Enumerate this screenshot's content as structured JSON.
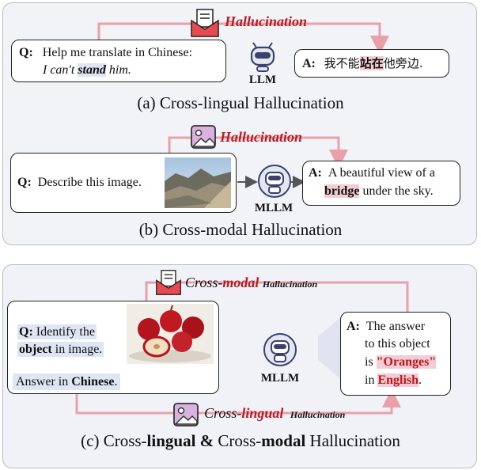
{
  "panel_a": {
    "halluc_label": "Hallucination",
    "q_label": "Q:",
    "q_line1": "Help me translate in Chinese:",
    "q_line2_pre": "I can't ",
    "q_line2_em": "stand",
    "q_line2_post": " him.",
    "model": "LLM",
    "a_label": "A:",
    "a_pre": "我不能",
    "a_em": "站在",
    "a_post": "他旁边.",
    "caption": "(a) Cross-lingual Hallucination"
  },
  "panel_b": {
    "halluc_label": "Hallucination",
    "q_label": "Q:",
    "q_text": "Describe this image.",
    "model": "MLLM",
    "a_label": "A:",
    "a_line1": "A beautiful view of a",
    "a_em": "bridge",
    "a_line2_post": " under the sky.",
    "caption": "(b) Cross-modal Hallucination"
  },
  "panel_c": {
    "top_label_pre": "Cross-",
    "top_label_em": "modal",
    "top_label_small": "Hallucination",
    "bottom_label_pre": "Cross-",
    "bottom_label_em": "lingual",
    "bottom_label_small": "Hallucination",
    "q_label": "Q:",
    "q_line1": "Identify the",
    "q_em": "object",
    "q_line2_post": " in image.",
    "answer_in_pre": "Answer in ",
    "answer_in_em": "Chinese",
    "answer_in_post": ".",
    "model": "MLLM",
    "a_label": "A:",
    "a_line1": "The answer",
    "a_line2": "to this object",
    "a_line3_pre": "is ",
    "a_line3_em": "\"Oranges\"",
    "a_line4_pre": "in ",
    "a_line4_em": "English",
    "a_line4_post": ".",
    "caption_pre1": "(c) Cross-",
    "caption_em1": "lingual",
    "caption_amp": " & ",
    "caption_pre2": "Cross-",
    "caption_em2": "modal",
    "caption_post": " Hallucination"
  },
  "colors": {
    "accent_red": "#b81d24",
    "arrow_pink": "#e8a0ab",
    "highlight_pink": "#f2cdd5",
    "highlight_blue": "#dfe6f3"
  },
  "icons": [
    "mail-icon",
    "image-icon",
    "robot-icon"
  ]
}
